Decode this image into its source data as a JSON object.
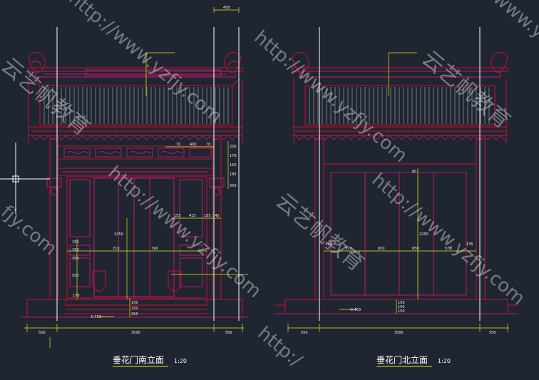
{
  "colors": {
    "background": "#1f2631",
    "outline": "#c8102e",
    "detail": "#c01a6a",
    "dimension": "#e6e61a",
    "axis": "#ffffff",
    "text": "#f2f2f2"
  },
  "south_elevation": {
    "title": "垂花门南立面",
    "scale": "1:20",
    "dims": {
      "top": "450",
      "bottom_left": "550",
      "bottom_mid": "3000",
      "bottom_right": "550",
      "level": "-0.450",
      "row_a": [
        "70",
        "400",
        "70"
      ],
      "row_b": [
        "155",
        "415",
        "155",
        "145"
      ],
      "row_c": [
        "710",
        "790"
      ],
      "right_stack": [
        "250",
        "170",
        "150",
        "185",
        "250"
      ],
      "left_stack": [
        "150",
        "150",
        "150",
        "550"
      ],
      "height_mid": "2250",
      "step_stack": [
        "150",
        "150",
        "150"
      ],
      "foot": "170"
    }
  },
  "north_elevation": {
    "title": "垂花门北立面",
    "scale": "1:20",
    "dims": {
      "top": "80",
      "bottom_left": "550",
      "bottom_mid": "3000",
      "bottom_right": "550",
      "level": "-0.450",
      "row": [
        "135",
        "570",
        "650",
        "650",
        "570",
        "135"
      ],
      "height_mid": "2250",
      "step_stack": [
        "150",
        "150",
        "150"
      ]
    }
  },
  "watermarks": [
    "http://www.yzfjy.com",
    "云艺帆教育",
    "http://www.yzfjy.com",
    "云艺帆教育",
    "http://www.yzfjy.com",
    "www.yzfjy",
    "云艺帆教育",
    "http://www.yzfjy.com",
    "fjy.com",
    "http:/"
  ]
}
